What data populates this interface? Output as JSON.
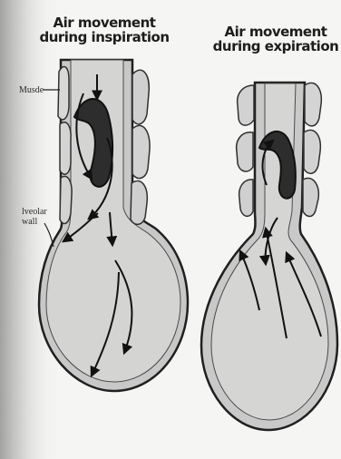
{
  "titles": {
    "left_line1": "Air movement",
    "left_line2": "during inspiration",
    "right_line1": "Air movement",
    "right_line2": "during expiration"
  },
  "labels": {
    "muscle": "Musde",
    "wall_line1": "lveolar",
    "wall_line2": "wall"
  }
}
